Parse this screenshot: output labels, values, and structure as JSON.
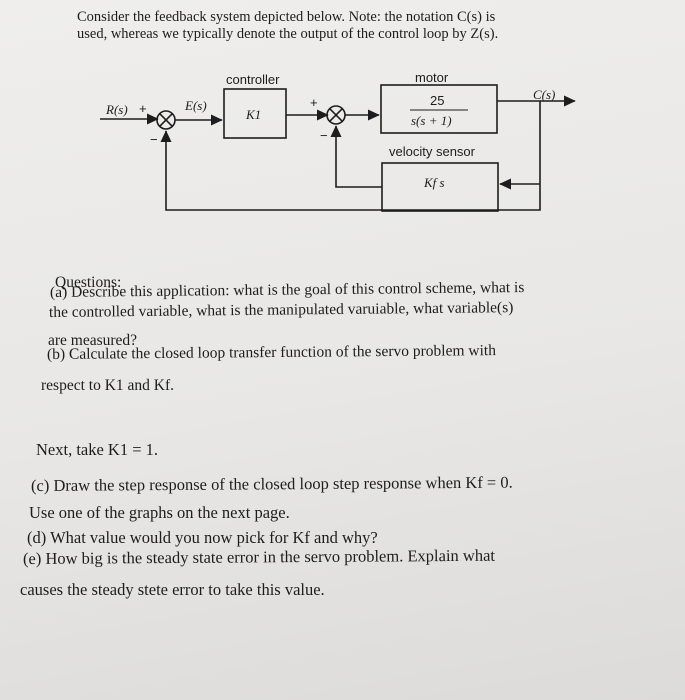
{
  "intro": {
    "line1": "Consider the feedback system depicted below.  Note: the notation C(s) is",
    "line2": "used, whereas we typically denote the output of the control loop by Z(s)."
  },
  "diagram": {
    "input_label": "R(s)",
    "error_label": "E(s)",
    "plus_1": "+",
    "minus_1": "−",
    "plus_2": "+",
    "minus_2": "−",
    "controller_title": "controller",
    "controller_gain": "K1",
    "motor_title": "motor",
    "motor_num": "25",
    "motor_den": "s(s + 1)",
    "output_label": "C(s)",
    "sensor_title": "velocity sensor",
    "sensor_tf": "Kf s"
  },
  "questions": {
    "header": "Questions:",
    "a1": "(a) Describe this application: what is the goal of this control scheme, what is",
    "a2": "the controlled variable, what is the manipulated varuiable, what variable(s)",
    "a3": "are measured?",
    "b1": "(b) Calculate the closed loop transfer function of the servo problem with",
    "b2": "respect to K1 and Kf."
  },
  "part2": {
    "next": "Next, take K1 = 1.",
    "c1": "(c) Draw the step response of the closed loop step response when Kf = 0.",
    "c2": "Use one of the graphs on the next page.",
    "d1": "(d) What value would you now pick for Kf and why?",
    "e1": "(e) How big is the steady state error in the servo problem.  Explain what",
    "e2": "causes the steady stete error to take this value."
  }
}
